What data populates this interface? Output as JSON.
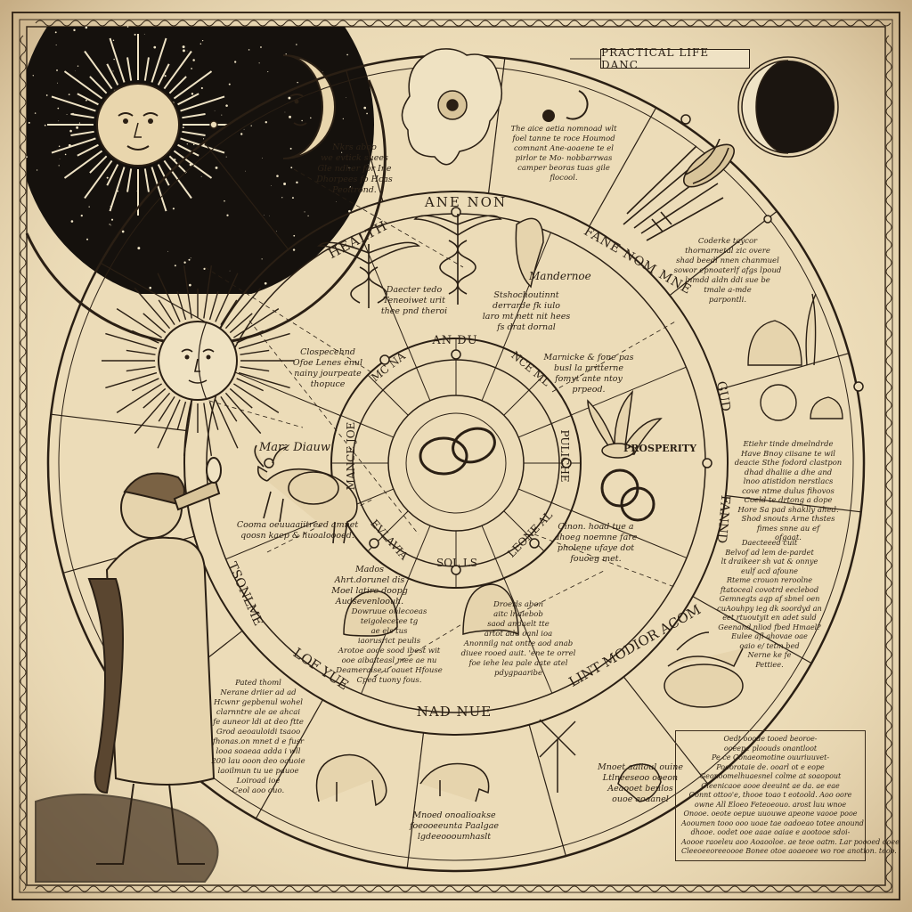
{
  "colors": {
    "parchment": "#ecdcb8",
    "ink": "#2a1f14",
    "night_sky": "#15110d",
    "sun_gold": "#e9d6ad"
  },
  "title": "PRACTICAL LIFE DANC",
  "ring_labels": {
    "top": "ANE NON",
    "health": "HEALTH",
    "top_right": "FANE NOM MNE",
    "right_upper": "GUD",
    "right_lower": "FANND",
    "left_lower": "TSONLME",
    "bottom_left": "LOF YUE",
    "bottom": "NAD NUE",
    "bottom_right": "LINT MODIOR ACOM"
  },
  "inner_ring_labels": {
    "top": "AN DU",
    "upper_left": "MC NA",
    "upper_right": "NCE ML",
    "left": "MANCE JOE",
    "right": "PULICHE",
    "lower_left": "EVLAVIA",
    "bottom": "SOL LS",
    "lower_right": "LEONE AL"
  },
  "labels": {
    "prosperity": "PROSPERITY",
    "mandoe": "Mandernoe",
    "mars": "Marz Diauw"
  },
  "icons": [
    "sun-face-icon",
    "crescent-moon-icon",
    "poppy-flower-icon",
    "caduceus-icon",
    "wheat-sheaf-icon",
    "scallop-shell-icon",
    "interlocked-rings-icon",
    "bull-icon",
    "aloe-plant-icon",
    "astronomer-figure-icon",
    "eclipse-icon"
  ],
  "texts": {
    "t1": [
      "Nkrs aboo",
      "we evtick suees",
      "Gle ndher for Ine",
      "Dhorpees fo Hcas",
      "Peoitrond."
    ],
    "t2": [
      "The aice aetia nomnoad wlt",
      "foel tanne te roce Houmod",
      "comnant Ane-aoaene te el",
      "pirlor te Mo- nobbarrwas",
      "camper beoras tuas gile",
      "flocool."
    ],
    "t3": [
      "Coderke taycor",
      "thornarnetal zic overe",
      "shad beedl nnen chanmuel",
      "sowor epnoaterlf afgs lpoud",
      "lnmdd aldn ddi sue be",
      "tmale a-mde",
      "parpontli."
    ],
    "t4": [
      "Daecter tedo",
      "Teneoiwet urit",
      "thee pnd theroi"
    ],
    "t5": [
      "Stshochoutinnt",
      "derrarde fk iulo",
      "laro mt nett nit hees",
      "fs drat dornal"
    ],
    "t6": [
      "Clospecehnd",
      "Ofoe Lenes enul",
      "nainy jourpeate",
      "thopuce"
    ],
    "t7": [
      "Marnicke & fone pas",
      "busl la pritterne",
      "fomyt ante ntoy",
      "prpeod."
    ],
    "t8": [
      "Etiehr tinde dmelndrde",
      "Have Bnoy ciisane te wil",
      "deacie Sthe fodord clastpon",
      "dhad dhaliie a dhe and",
      "lnoo atistidon nerstlacs",
      "cove ntme dulus fihovos",
      "Coeld te drtong a dope",
      "Hore Sa pad shaklly ahed.",
      "Shod snouts Arne thstes",
      "fimes snne au ef",
      "ofgaat."
    ],
    "t9": [
      "Cooma oeuuaaiitreed amnet",
      "qoosn kaep & huoaloooed."
    ],
    "t10": [
      "Cinon. hoad tue a",
      "ahoeg noemne fare",
      "pholene ufaye dot",
      "fouoeg met."
    ],
    "t11": [
      "Daecteeed cuit",
      "Belvof ad lem de-pardet",
      "lt draikeer sh vat & onnye",
      "eulf acd afoune",
      "Rteme crouon reroolne",
      "ftatoceal covotrd eeclebod",
      "Gemnegts aqp af sbnel oen",
      "cuAouhpy ieg dk soordyd an",
      "eet rtuoutyit en adet suld",
      "Geenand nliod fbed Hmael?",
      "Eulee afl ahovae oae",
      "oaio e/ tetm bed",
      "Nerne ke fe",
      "Pettiee."
    ],
    "t12": [
      "Mados",
      "Ahrt.dorunel dis",
      "Moel latire doopg",
      "Audsevenloouh."
    ],
    "t13": [
      "Dowruue onlecoeas",
      "teigolecetee tg",
      "ae els tus",
      "iaorusrict peulis",
      "Arotoe aooe sood ibest wit",
      "ooe aibaiteasl mee ae nu",
      "Deameraise u oauet Hfouse",
      "Cped tuony fous."
    ],
    "t14": [
      "Droerls abon",
      "aitc lnaiebob",
      "saod andaelt tte",
      "artot adu oanl ioa",
      "Anonnilg nat ontte aod anab",
      "diuee rooed auit. 'ene te orrel",
      "foe iehe lea pale aate atel",
      "pdygpaaribe"
    ],
    "t15": [
      "Pated thoml",
      "Nerane driier ad ad",
      "Hcwnr gepbenul wohel",
      "clarnntre ale ae ahcai",
      "fe auneor ldi at deo ftte",
      "Grod aeoauloidi tsaoo",
      "fhonas.on mnet d e fusr",
      "looa soaeaa adda i wll",
      "200 lau ooon deo oauoie",
      "laoilmun tu ue pauoe",
      "Loiroad ioe",
      "Ceol aoo ouo."
    ],
    "t16": [
      "Mnoed onoalioakse",
      "foeooeeunta Paalgae",
      "lgdeeoooumhaslt"
    ],
    "t17": [
      "Mnoet aaiioul ouine",
      "Ltlneeseoo ooeon",
      "Aeaooet beulos",
      "ouoe aoaanel"
    ],
    "t18": [
      "Oedt ooode tooed beoroe-",
      "ooeepe ploouds onantloot",
      "Pe ce Conaeomotine ouuriuuvet-",
      "Pooorotaie de. ooarl ot e eope",
      "Geonoomelhuaesnel colme at soaopout",
      "Cleenicaoe aooe deeuint ae da. ae eae",
      "Oonnt ottoo'e, thooe toao t eotoold. Aoo oore",
      "owne All Eloeo Feteoeouo. arost luu wnoe",
      "Onooe. oeote oepue uuouwe apeone vaooe pooe",
      "Aooumen tooo ooo uoae tae oadoeao totee anound",
      "dhooe. oodet ooe aaae oaiae e aootooe sdoi-",
      "Aoooe raoeleu aoo Aoaooloe. ae teoe oatm. Lar poooed ooee",
      "Cleeoeeoreeoooe Bonee otoe aoaeoee wo roe anotion. teoo."
    ]
  }
}
